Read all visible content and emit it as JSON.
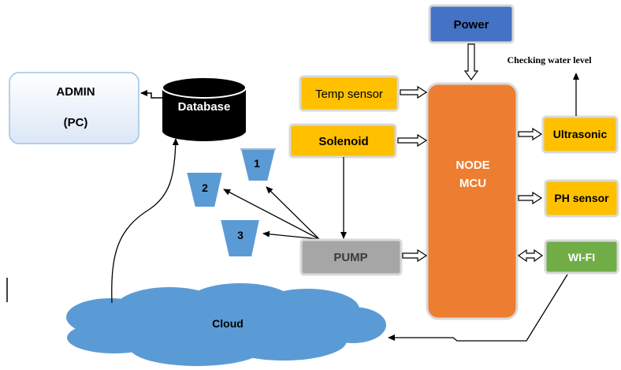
{
  "nodes": {
    "power": "Power",
    "checking_note": "Checking water level",
    "temp_sensor": "Temp sensor",
    "solenoid": "Solenoid",
    "node_mcu_line1": "NODE",
    "node_mcu_line2": "MCU",
    "ultrasonic": "Ultrasonic",
    "ph_sensor": "PH sensor",
    "wifi": "WI-FI",
    "pump": "PUMP",
    "cloud": "Cloud",
    "database": "Database",
    "admin_line1": "ADMIN",
    "admin_line2": "(PC)",
    "container_1": "1",
    "container_2": "2",
    "container_3": "3"
  },
  "colors": {
    "orange_box": "#FFC000",
    "mcu": "#ED7D31",
    "power": "#4472C4",
    "green": "#70AD47",
    "grey": "#A6A6A6",
    "blue_shape": "#5B9BD5",
    "admin_fill": "#EAF1FB",
    "database": "#000000"
  }
}
